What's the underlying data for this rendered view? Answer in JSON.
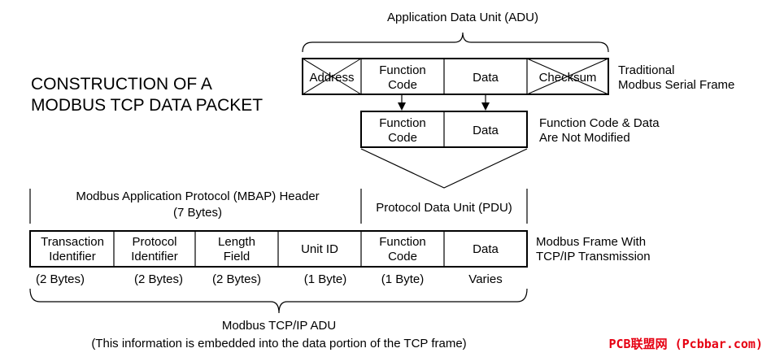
{
  "title": {
    "line1": "CONSTRUCTION OF A",
    "line2": "MODBUS TCP DATA PACKET"
  },
  "adu_label": "Application Data Unit (ADU)",
  "serial_frame": {
    "cells": [
      "Address",
      [
        "Function",
        "Code"
      ],
      "Data",
      "Checksum"
    ],
    "caption": [
      "Traditional",
      "Modbus Serial Frame"
    ]
  },
  "pdu_frame": {
    "cells": [
      [
        "Function",
        "Code"
      ],
      "Data"
    ],
    "caption": [
      "Function Code & Data",
      "Are Not Modified"
    ]
  },
  "mbap_label": [
    "Modbus Application Protocol (MBAP) Header",
    "(7 Bytes)"
  ],
  "pdu_label": "Protocol Data Unit (PDU)",
  "tcp_frame": {
    "cells": [
      [
        "Transaction",
        "Identifier"
      ],
      [
        "Protocol",
        "Identifier"
      ],
      [
        "Length",
        "Field"
      ],
      "Unit ID",
      [
        "Function",
        "Code"
      ],
      "Data"
    ],
    "sizes": [
      "(2 Bytes)",
      "(2 Bytes)",
      "(2 Bytes)",
      "(1 Byte)",
      "(1 Byte)",
      "Varies"
    ],
    "caption": [
      "Modbus Frame With",
      "TCP/IP Transmission"
    ]
  },
  "tcp_adu_label": [
    "Modbus TCP/IP ADU",
    "(This information is embedded into the data portion of the TCP frame)"
  ],
  "watermark": "PCB联盟网 (Pcbbar.com)"
}
